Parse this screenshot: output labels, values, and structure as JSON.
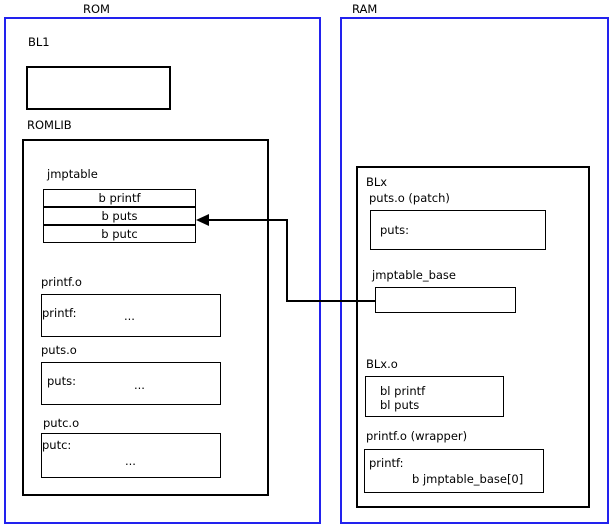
{
  "diagram": {
    "title": "ROM/RAM jump table patching diagram",
    "accent_color": "#2222ee",
    "regions": [
      {
        "name": "rom",
        "label": "ROM"
      },
      {
        "name": "ram",
        "label": "RAM"
      }
    ]
  },
  "rom": {
    "label": "ROM",
    "bl1": {
      "label": "BL1",
      "body": ""
    },
    "romlib": {
      "label": "ROMLIB",
      "jmptable": {
        "label": "jmptable",
        "entries": [
          {
            "text": "b printf"
          },
          {
            "text": "b puts"
          },
          {
            "text": "b putc"
          }
        ]
      },
      "objects": [
        {
          "label": "printf.o",
          "symbol": "printf:",
          "body": "..."
        },
        {
          "label": "puts.o",
          "symbol": "puts:",
          "body": "..."
        },
        {
          "label": "putc.o",
          "symbol": "putc:",
          "body": "..."
        }
      ]
    }
  },
  "ram": {
    "label": "RAM",
    "blx": {
      "label": "BLx",
      "puts_patch": {
        "label": "puts.o (patch)",
        "symbol": "puts:"
      },
      "jmptable_base": {
        "label": "jmptable_base",
        "body": ""
      },
      "blx_o": {
        "label": "BLx.o",
        "line1": "bl printf",
        "line2": "bl puts"
      },
      "printf_wrapper": {
        "label": "printf.o (wrapper)",
        "symbol": "printf:",
        "instruction": "b jmptable_base[0]"
      }
    }
  },
  "connector": {
    "name": "jmptable-base-to-b-puts-arrow",
    "from": "jmptable_base",
    "to": "b puts"
  }
}
